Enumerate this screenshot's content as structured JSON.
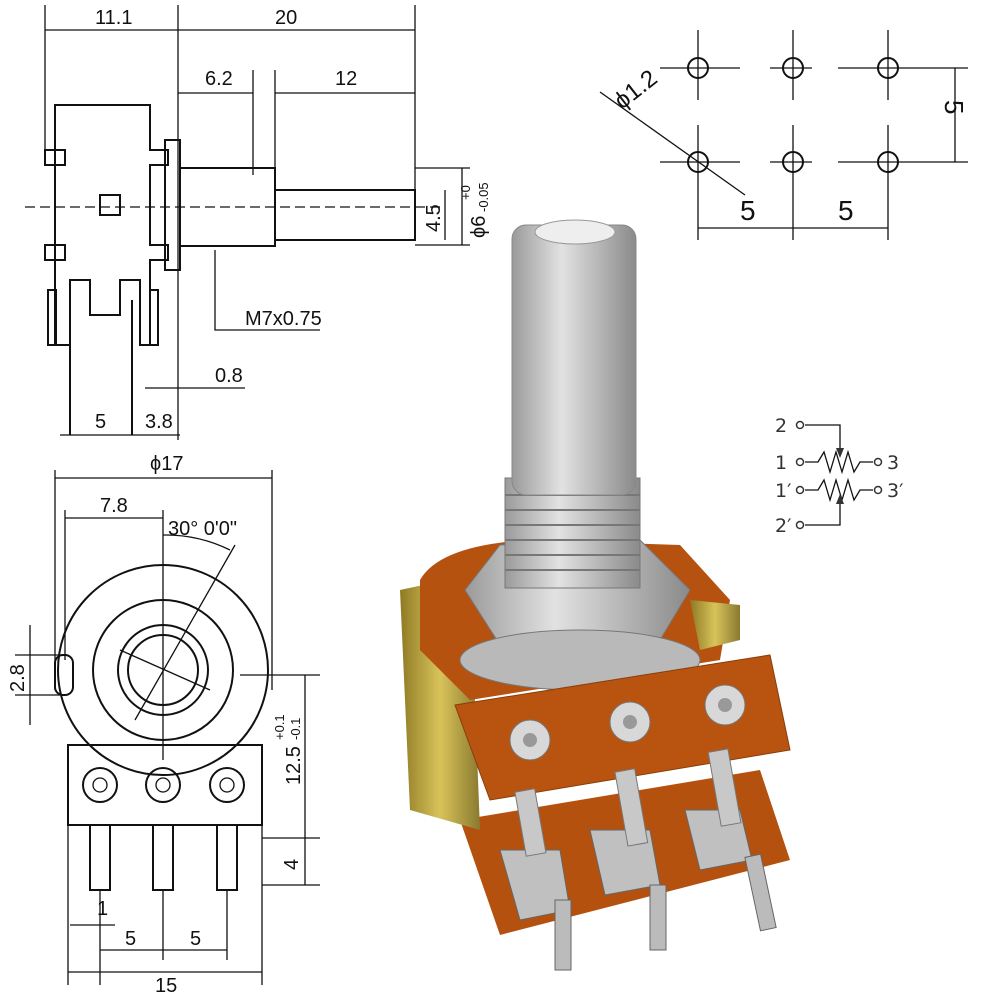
{
  "side_view": {
    "dim_body_length": "11.1",
    "dim_total_shaft": "20",
    "dim_thread_length": "6.2",
    "dim_shaft_length": "12",
    "dim_flat": "4.5",
    "dim_shaft_dia": "ϕ6",
    "dim_shaft_tol_upper": "+0",
    "dim_shaft_tol_lower": "-0.05",
    "dim_thread": "M7x0.75",
    "dim_nut_gap": "0.8",
    "dim_pin_spacing": "5",
    "dim_pin_offset": "3.8"
  },
  "front_view": {
    "dim_diameter": "ϕ17",
    "dim_offset": "7.8",
    "dim_angle": "30° 0'0\"",
    "dim_tab": "2.8",
    "dim_height": "12.5",
    "dim_height_tol_upper": "+0.1",
    "dim_height_tol_lower": "-0.1",
    "dim_pin_length": "4",
    "dim_pin_width": "1",
    "dim_pitch_a": "5",
    "dim_pitch_b": "5",
    "dim_width": "15"
  },
  "pcb_layout": {
    "dim_hole": "ϕ1.2",
    "dim_row_spacing": "5",
    "dim_pitch_a": "5",
    "dim_pitch_b": "5"
  },
  "schematic": {
    "pins": [
      "2",
      "1",
      "3",
      "1′",
      "3′",
      "2′"
    ]
  },
  "colors": {
    "line": "#111111",
    "board": "#b5520f",
    "metal": "#c8c8c8",
    "bracket": "#c9b23a"
  }
}
